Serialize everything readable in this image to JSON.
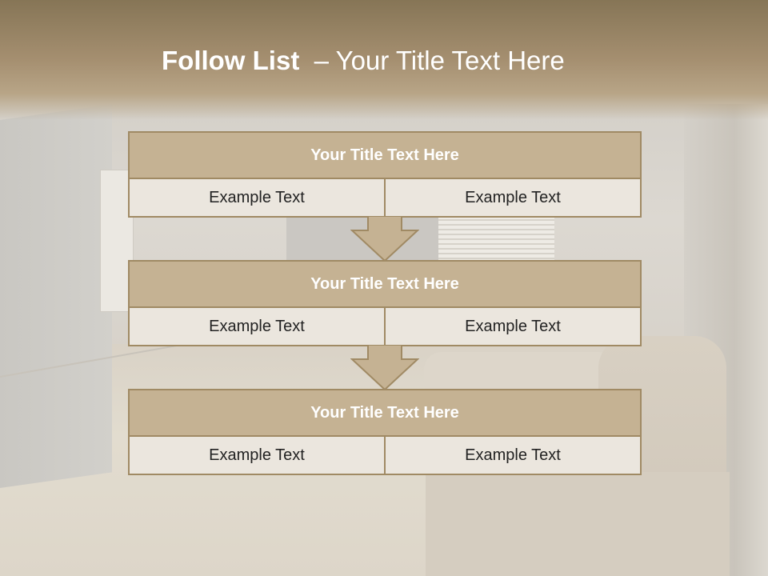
{
  "slide": {
    "title_bold": "Follow List",
    "title_rest": "  – Your Title Text Here"
  },
  "blocks": [
    {
      "title": "Your Title Text Here",
      "left": "Example Text",
      "right": "Example Text"
    },
    {
      "title": "Your Title Text Here",
      "left": "Example Text",
      "right": "Example Text"
    },
    {
      "title": "Your Title Text Here",
      "left": "Example Text",
      "right": "Example Text"
    }
  ],
  "colors": {
    "header": "#9e8a6a",
    "block_title_bg": "#c5b293",
    "border": "#a08a64",
    "cell_bg": "#ebe6de"
  }
}
